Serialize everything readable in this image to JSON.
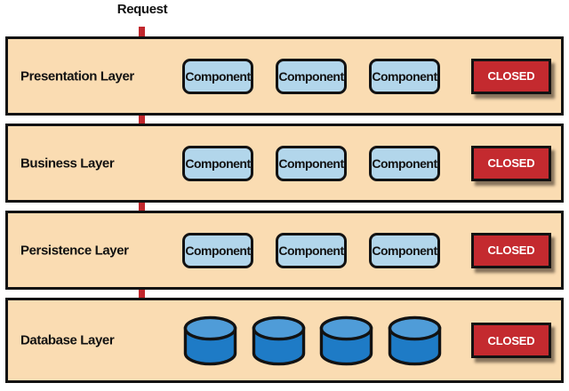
{
  "request_label": "Request",
  "colors": {
    "layer_bg": "#FADCB2",
    "component_bg": "#B2D6EB",
    "closed_bg": "#C42A2F",
    "closed_text": "#FFFFFF",
    "arrow": "#C1272D",
    "outline": "#121212",
    "cylinder_top": "#4F9CD8",
    "cylinder_body": "#1E7BC6"
  },
  "layers": [
    {
      "label": "Presentation Layer",
      "components": [
        "Component",
        "Component",
        "Component"
      ],
      "closed_label": "CLOSED"
    },
    {
      "label": "Business Layer",
      "components": [
        "Component",
        "Component",
        "Component"
      ],
      "closed_label": "CLOSED"
    },
    {
      "label": "Persistence Layer",
      "components": [
        "Component",
        "Component",
        "Component"
      ],
      "closed_label": "CLOSED"
    },
    {
      "label": "Database Layer",
      "database_icon_count": 4,
      "closed_label": "CLOSED"
    }
  ]
}
